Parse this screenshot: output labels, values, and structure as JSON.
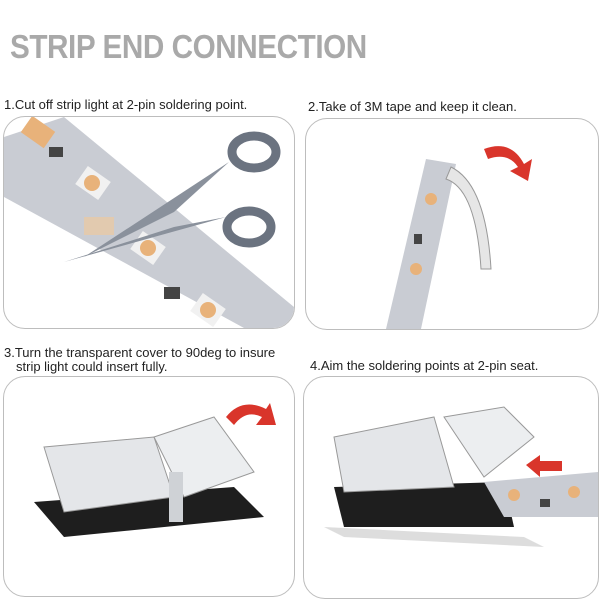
{
  "title": "STRIP END CONNECTION",
  "steps": [
    {
      "label": "1.Cut off strip light at 2-pin soldering point."
    },
    {
      "label": "2.Take of 3M tape  and keep it clean."
    },
    {
      "label_line1": "3.Turn the transparent cover to 90deg to insure",
      "label_line2": "strip light could insert fully."
    },
    {
      "label": "4.Aim the soldering points at 2-pin seat."
    }
  ],
  "colors": {
    "arrow": "#d9352b",
    "strip": "#c9ccd3",
    "led": "#e8b27a",
    "connector": "#1e1e1e"
  }
}
